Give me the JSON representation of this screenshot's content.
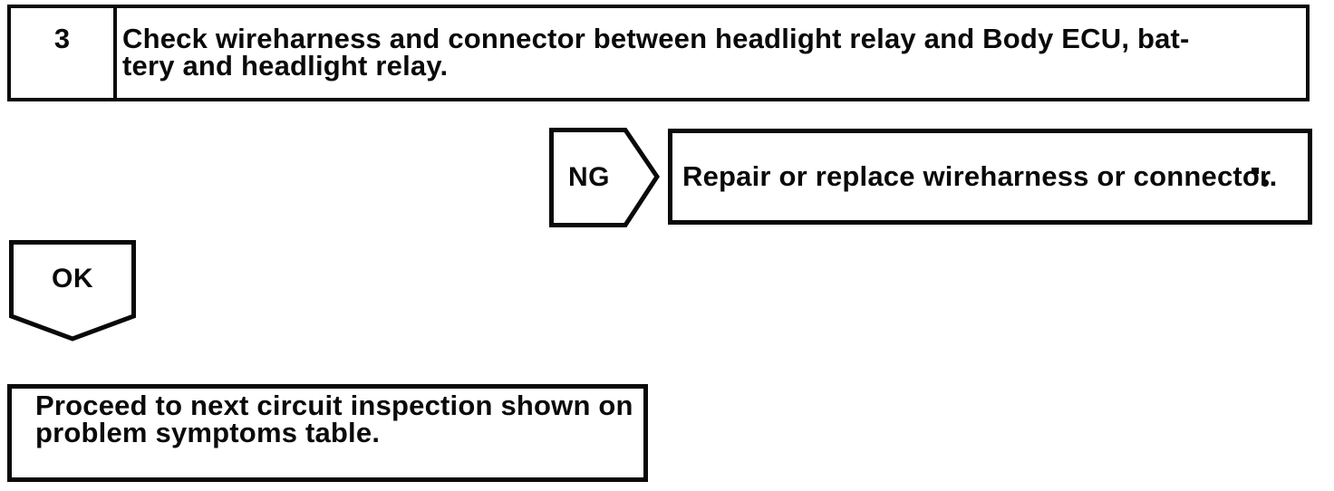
{
  "page": {
    "background": "#ffffff",
    "ink": "#0a0a0a"
  },
  "flowchart": {
    "step": {
      "number": "3",
      "instruction_lines": [
        "Check wireharness and connector between headlight relay and Body ECU, bat-",
        "tery and headlight relay."
      ]
    },
    "ng_branch": {
      "label": "NG",
      "action_lines": [
        "Repair or replace wireharness or connector."
      ]
    },
    "ok_branch": {
      "label": "OK",
      "action_lines": [
        "Proceed to next circuit inspection shown on",
        "problem symptoms table."
      ]
    }
  }
}
